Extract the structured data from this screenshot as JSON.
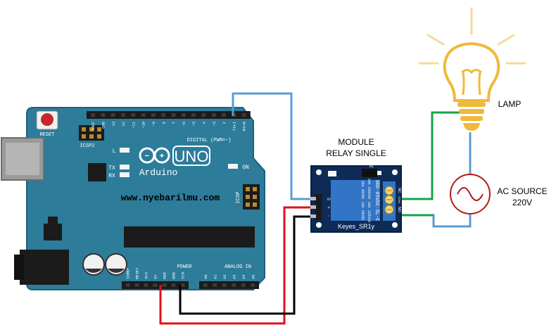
{
  "board": {
    "name": "Arduino",
    "model": "UNO",
    "reset_label": "RESET",
    "icsp2_label": "ICSP2",
    "icsp_label": "ICSP",
    "digital_label": "DIGITAL (PWM=~)",
    "led_l": "L",
    "led_tx": "TX",
    "led_rx": "RX",
    "on_label": "ON",
    "power_label": "POWER",
    "analog_label": "ANALOG IN",
    "watermark": "www.nyebarilmu.com",
    "digital_pins": [
      "AREF",
      "GND",
      "13",
      "12",
      "~11",
      "~10",
      "~9",
      "8",
      "7",
      "~6",
      "~5",
      "4",
      "~3",
      "2",
      "TX▸1",
      "RX◂0"
    ],
    "power_pins": [
      "IOREF",
      "RESET",
      "3V3",
      "5V",
      "GND",
      "GND",
      "VIN"
    ],
    "analog_pins": [
      "A0",
      "A1",
      "A2",
      "A3",
      "A4",
      "A5"
    ]
  },
  "relay": {
    "title_line1": "MODULE",
    "title_line2": "RELAY SINGLE",
    "part_label": "Keyes_SR1y",
    "relay_text": "SRD-05VDC-SL-C",
    "rating1": "10A 250VAC 10A 125VAC",
    "rating2": "10A 30VDC 10A 28VDC",
    "pins": [
      "S",
      "+",
      "-"
    ],
    "terminals": [
      "NC",
      "COM",
      "NO"
    ],
    "resistor_label": "R1"
  },
  "lamp": {
    "label": "LAMP"
  },
  "source": {
    "label_line1": "AC SOURCE",
    "label_line2": "220V"
  },
  "colors": {
    "board": "#2c7c9a",
    "board_edge": "#1f6079",
    "relay_board": "#0e2a57",
    "relay_block": "#3275c6",
    "wire_signal": "#5b9bd5",
    "wire_vcc": "#e0101b",
    "wire_gnd": "#000000",
    "wire_ac_green": "#16a34a",
    "lamp": "#f0b93b"
  }
}
